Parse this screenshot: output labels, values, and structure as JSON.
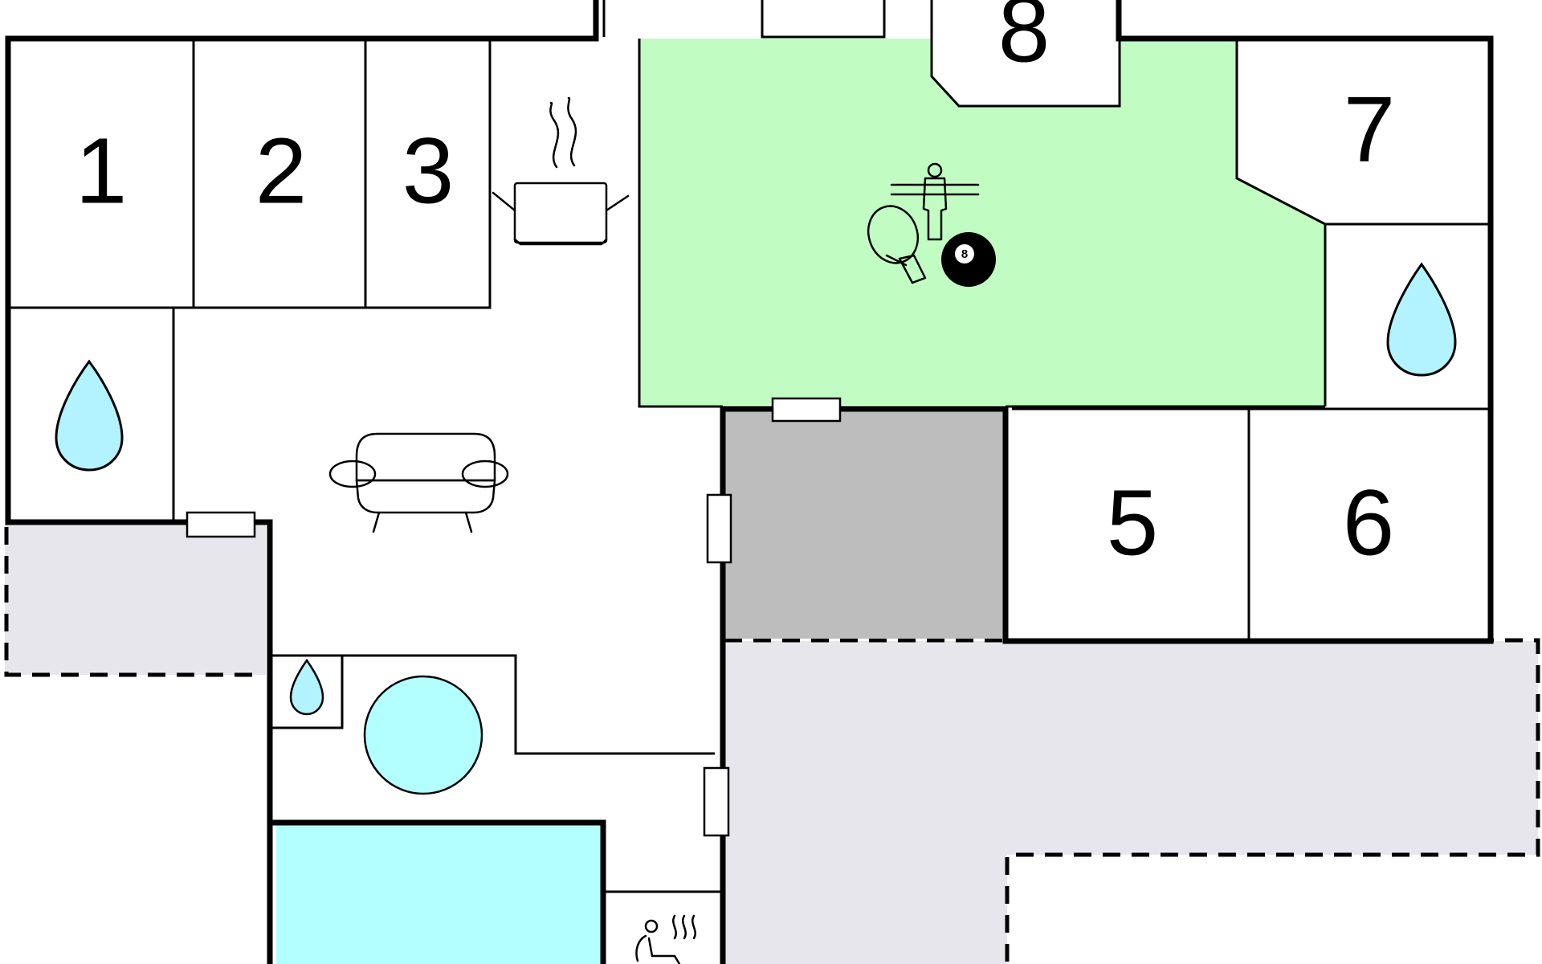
{
  "bedrooms": [
    {
      "id": "bedroom-1",
      "label": "1"
    },
    {
      "id": "bedroom-2",
      "label": "2"
    },
    {
      "id": "bedroom-3",
      "label": "3"
    },
    {
      "id": "bedroom-5",
      "label": "5"
    },
    {
      "id": "bedroom-6",
      "label": "6"
    },
    {
      "id": "bedroom-7",
      "label": "7"
    },
    {
      "id": "bedroom-8",
      "label": "8"
    }
  ],
  "pool_table_ball_number": "8",
  "colors": {
    "game_room": "#c1fdc3",
    "water": "#b3ffff",
    "droplet": "#b3f2ff",
    "utility_room": "#bdbdbd",
    "terrace": "#e6e6ec",
    "wall": "#000000"
  },
  "icons": [
    "droplet-icon",
    "cooking-pot-icon",
    "sofa-icon",
    "table-football-icon",
    "table-tennis-icon",
    "billiard-ball-icon",
    "sauna-icon",
    "pool-icon",
    "hot-tub-icon"
  ]
}
